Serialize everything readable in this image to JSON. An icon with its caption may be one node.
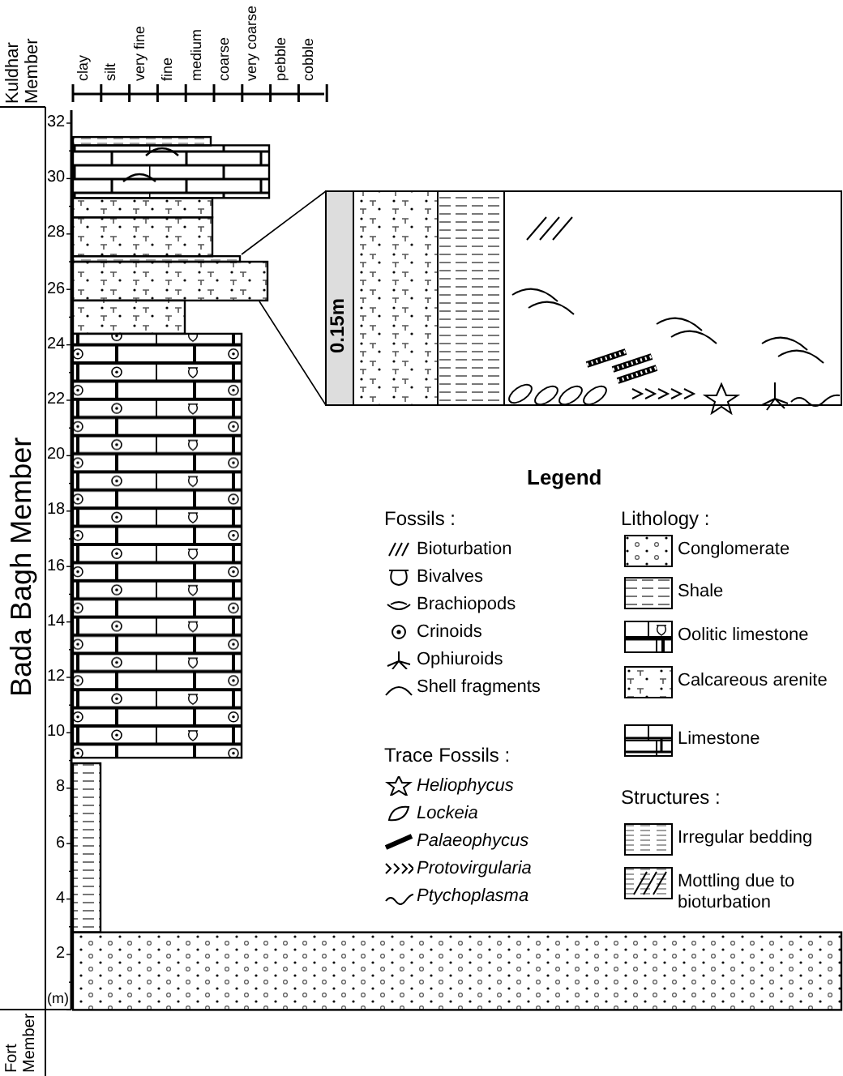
{
  "diagram": {
    "labels": [
      "Kuldhar Member",
      "clay",
      "silt",
      "very fine",
      "fine",
      "medium",
      "coarse",
      "very coarse",
      "pebble",
      "cobble",
      "32",
      "30",
      "28",
      "26",
      "24",
      "22",
      "20",
      "18",
      "16",
      "14",
      "12",
      "10",
      "8",
      "6",
      "4",
      "2",
      "(m)",
      "Bada Bagh Member",
      "Fort Member",
      "0.15m",
      "Legend",
      "Fossils :",
      "Lithology :",
      "Trace Fossils :",
      "Structures :"
    ],
    "legend": [
      {
        "text": "Bioturbation"
      },
      {
        "text": "Bivalves"
      },
      {
        "text": "Brachiopods"
      },
      {
        "text": "Crinoids"
      },
      {
        "text": "Ophiuroids"
      },
      {
        "text": "Shell fragments"
      },
      {
        "text": "Heliophycus"
      },
      {
        "text": "Lockeia"
      },
      {
        "text": "Palaeophycus"
      },
      {
        "text": "Protovirgularia"
      },
      {
        "text": "Ptychoplasma"
      },
      {
        "text": "Conglomerate"
      },
      {
        "text": "Shale"
      },
      {
        "text": "Oolitic limestone"
      },
      {
        "text": "Calcareous arenite"
      },
      {
        "text": "Limestone"
      },
      {
        "text": "Irregular bedding"
      },
      {
        "text": "Mottling due to bioturbation"
      }
    ]
  }
}
